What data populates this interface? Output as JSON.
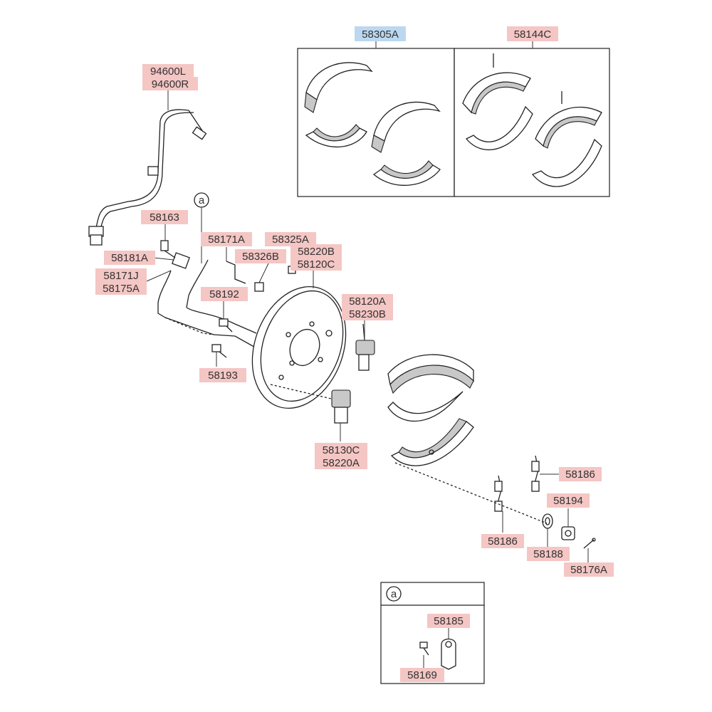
{
  "labels": {
    "l58305A": "58305A",
    "l58144C": "58144C",
    "l94600L": "94600L",
    "l94600R": "94600R",
    "l58163": "58163",
    "l58181A": "58181A",
    "l58171J": "58171J",
    "l58175A": "58175A",
    "l58171A": "58171A",
    "l58325A": "58325A",
    "l58326B": "58326B",
    "l58220B": "58220B",
    "l58120C": "58120C",
    "l58192": "58192",
    "l58120A": "58120A",
    "l58230B": "58230B",
    "l58193": "58193",
    "l58130C": "58130C",
    "l58220A": "58220A",
    "l58186a": "58186",
    "l58194": "58194",
    "l58186b": "58186",
    "l58188": "58188",
    "l58176A": "58176A",
    "l58185": "58185",
    "l58169": "58169"
  },
  "callouts": {
    "detail_a": "a",
    "inset_a": "a"
  },
  "colors": {
    "label_highlight": "#f4c6c4",
    "selected_label_highlight": "#bcd8f0",
    "line": "#222222"
  }
}
